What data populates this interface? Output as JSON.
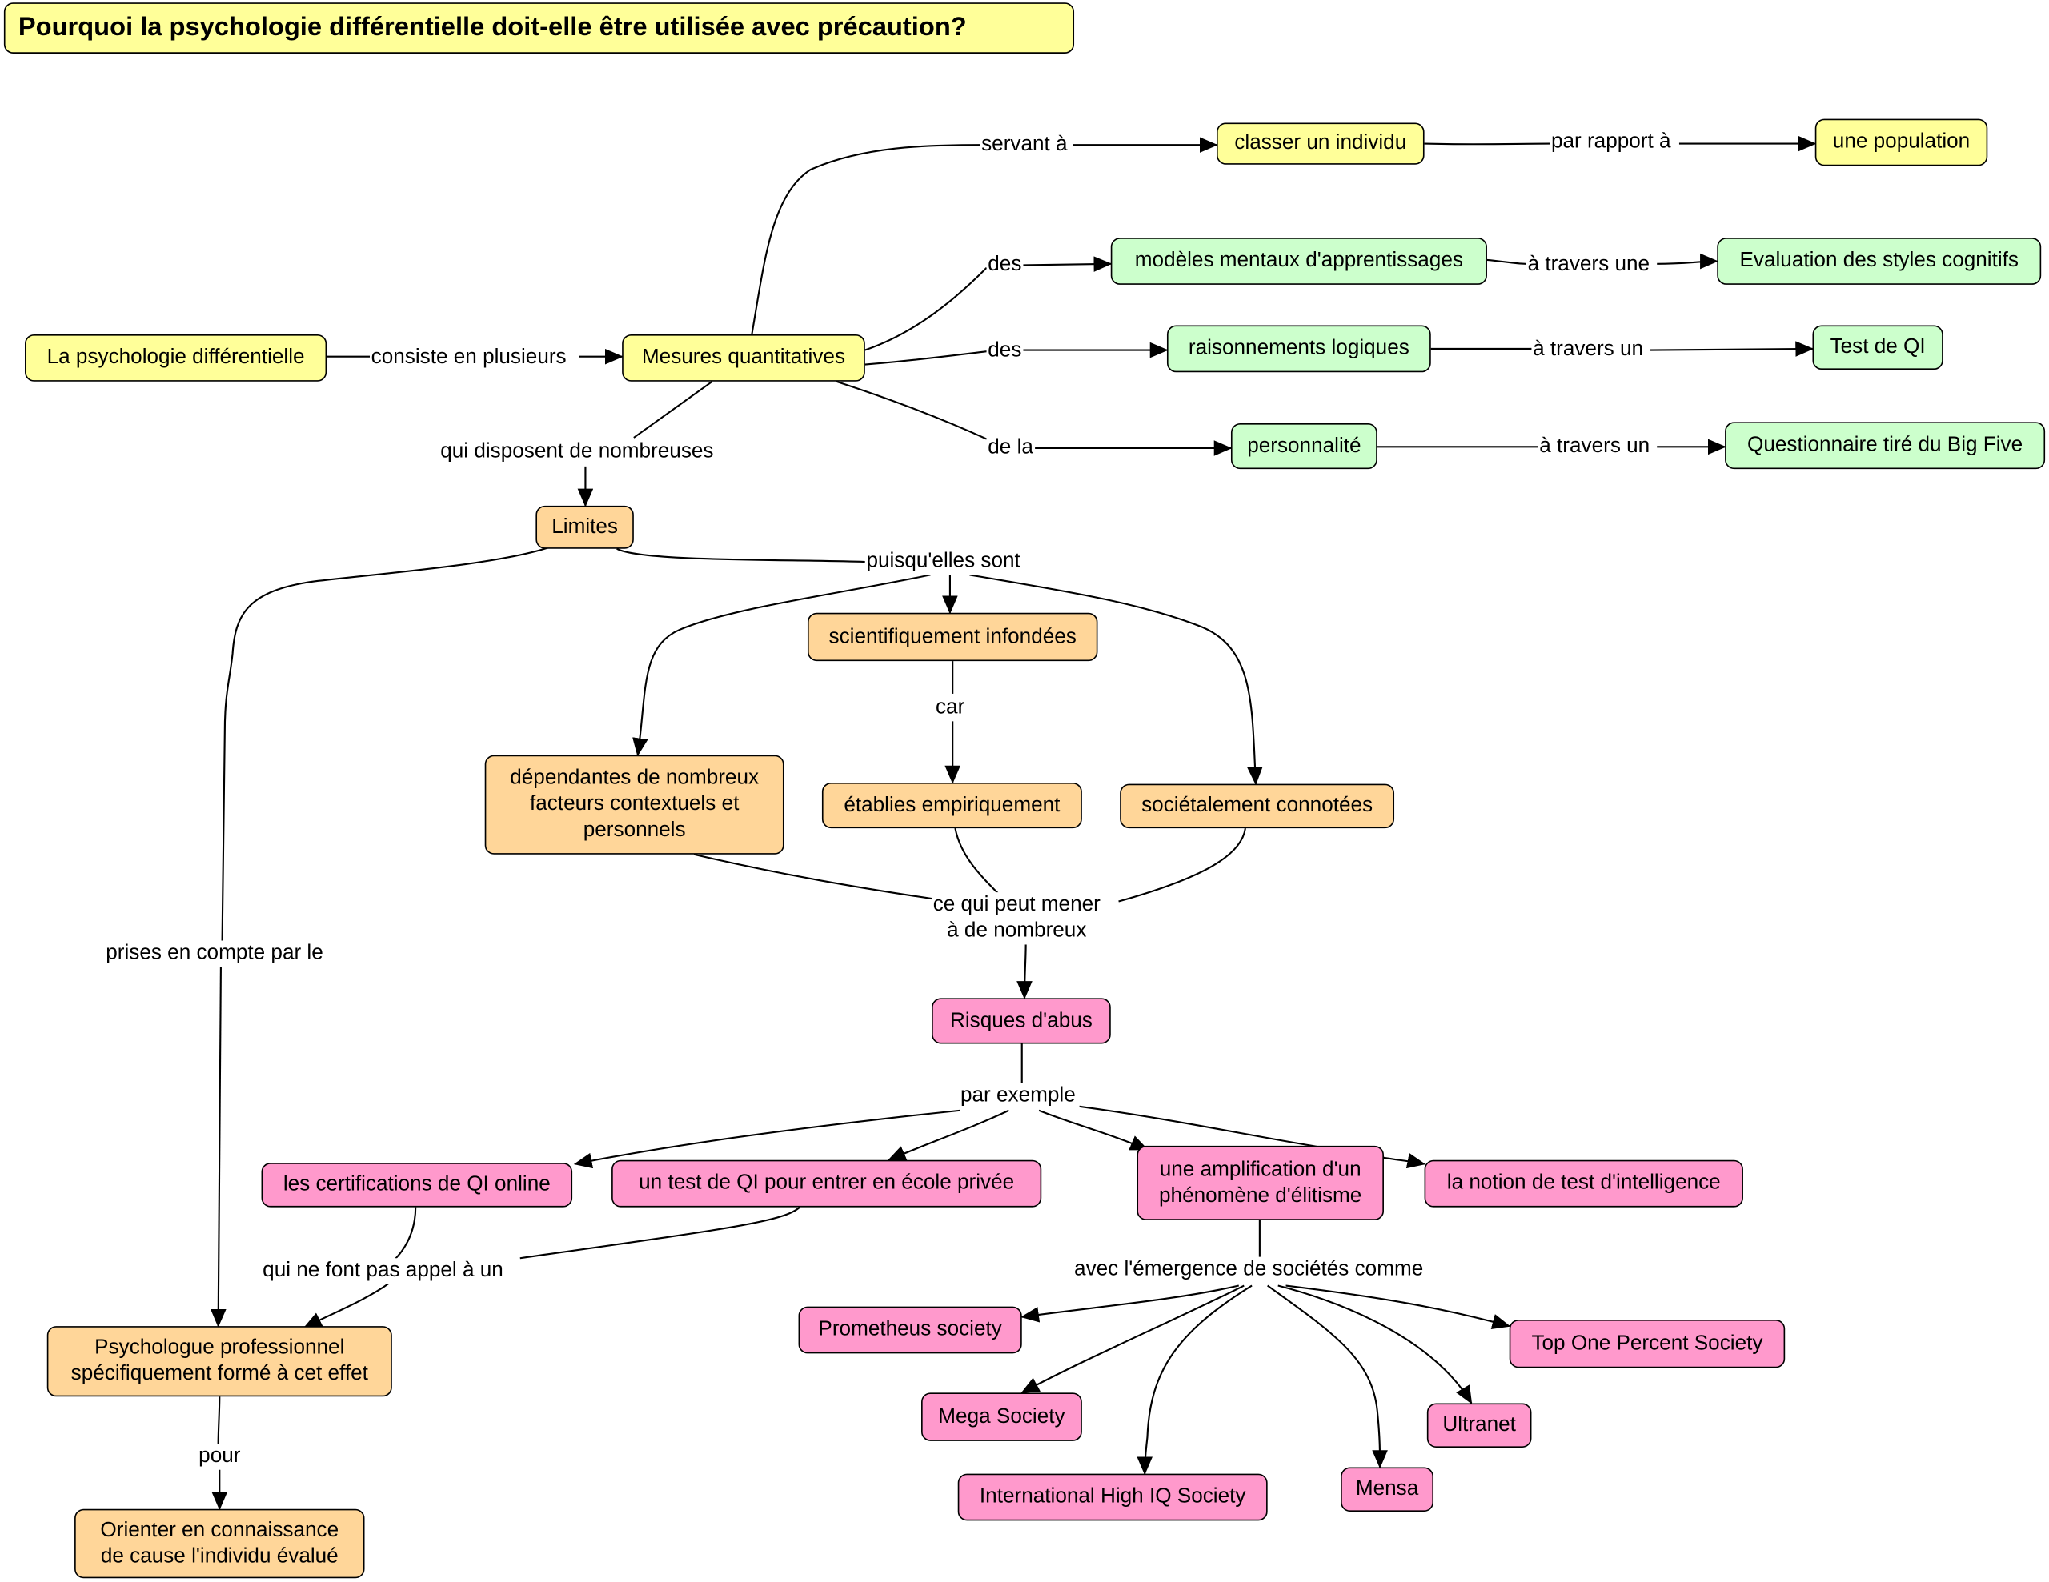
{
  "title": "Pourquoi la psychologie différentielle doit-elle être utilisée avec précaution?",
  "nodes": {
    "psy_diff": "La psychologie différentielle",
    "mesures": "Mesures quantitatives",
    "classer": "classer un individu",
    "population": "une population",
    "modeles": "modèles mentaux d'apprentissages",
    "styles": "Evaluation des styles cognitifs",
    "raisonnements": "raisonnements logiques",
    "test_qi": "Test de QI",
    "personnalite": "personnalité",
    "big_five": "Questionnaire tiré du Big Five",
    "limites": "Limites",
    "infondees": "scientifiquement infondées",
    "dependantes": "dépendantes de nombreux\nfacteurs contextuels et\npersonnels",
    "etablies": "établies empiriquement",
    "connotees": "sociétalement connotées",
    "risques": "Risques d'abus",
    "certifications": "les certifications de QI online",
    "ecole": "un test de QI pour entrer en école privée",
    "elitisme": "une amplification d'un\nphénomène d'élitisme",
    "notion": "la notion de test d'intelligence",
    "psychologue": "Psychologue professionnel\nspécifiquement formé à cet effet",
    "orienter": "Orienter en connaissance\nde cause l'individu évalué",
    "prometheus": "Prometheus society",
    "top_one": "Top One Percent Society",
    "mega": "Mega Society",
    "ultranet": "Ultranet",
    "ihiqs": "International High IQ Society",
    "mensa": "Mensa"
  },
  "links": {
    "consiste": "consiste en plusieurs",
    "servant": "servant à",
    "par_rapport": "par rapport à",
    "des_1": "des",
    "a_travers_une": "à travers une",
    "des_2": "des",
    "a_travers_un_1": "à travers un",
    "de_la": "de la",
    "a_travers_un_2": "à travers un",
    "disposent": "qui disposent de nombreuses",
    "puisque": "puisqu'elles sont",
    "car": "car",
    "mener": "ce qui peut mener\nà de nombreux",
    "exemple": "par exemple",
    "font_pas": "qui ne font pas appel à un",
    "prises": "prises en compte par le",
    "pour": "pour",
    "emergence": "avec l'émergence de sociétés comme"
  },
  "colors": {
    "yellow": "#ffff99",
    "green": "#ccffcc",
    "orange": "#ffd699",
    "pink": "#ff99cc"
  }
}
